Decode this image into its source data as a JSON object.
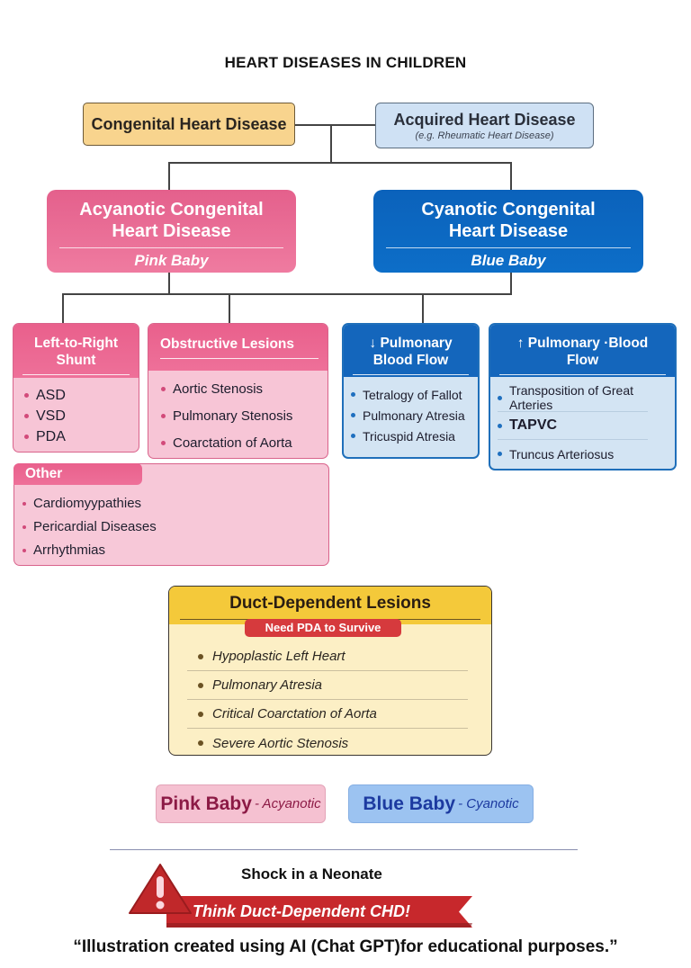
{
  "title": "HEART DISEASES IN CHILDREN",
  "top": {
    "congenital": "Congenital Heart Disease",
    "acquired": {
      "label": "Acquired Heart Disease",
      "example": "(e.g. Rheumatic Heart Disease)"
    }
  },
  "branches": {
    "acyanotic": {
      "title_line1": "Acyanotic Congenital",
      "title_line2": "Heart Disease",
      "subtitle": "Pink Baby"
    },
    "cyanotic": {
      "title_line1": "Cyanotic Congenital",
      "title_line2": "Heart Disease",
      "subtitle": "Blue Baby"
    }
  },
  "cards": {
    "left_to_right": {
      "title_line1": "Left-to-Right",
      "title_line2": "Shunt",
      "items": [
        "ASD",
        "VSD",
        "PDA"
      ]
    },
    "obstructive": {
      "title": "Obstructive Lesions",
      "items": [
        "Aortic Stenosis",
        "Pulmonary Stenosis",
        "Coarctation of Aorta"
      ]
    },
    "decreased_pbf": {
      "arrow": "↓",
      "title_line1": "Pulmonary",
      "title_line2": "Blood Flow",
      "items": [
        "Tetralogy of Fallot",
        "Pulmonary Atresia",
        "Tricuspid Atresia"
      ]
    },
    "increased_pbf": {
      "arrow": "↑",
      "title_line1": "Pulmonary ·Blood",
      "title_line2": "Flow",
      "items": [
        "Transposition of Great Arteries",
        "TAPVC",
        "Truncus Arteriosus"
      ]
    },
    "other": {
      "title": "Other",
      "items": [
        "Cardiomyypathies",
        "Pericardial Diseases",
        "Arrhythmias"
      ]
    }
  },
  "duct_dependent": {
    "title": "Duct-Dependent Lesions",
    "tag": "Need PDA to Survive",
    "items": [
      "Hypoplastic Left Heart",
      "Pulmonary Atresia",
      "Critical Coarctation of Aorta",
      "Severe Aortic Stenosis"
    ]
  },
  "legend": {
    "pink": {
      "bold": "Pink Baby",
      "italic": "- Acyanotic"
    },
    "blue": {
      "bold": "Blue Baby",
      "italic": "- Cyanotic"
    }
  },
  "alert": {
    "heading": "Shock in a Neonate",
    "banner": "Think Duct-Dependent CHD!",
    "icon": "warning-triangle-icon"
  },
  "footer": "“Illustration created using AI (Chat GPT)for educational purposes.”",
  "colors": {
    "congenital": "#f8d48e",
    "acquired": "#cfe1f4",
    "pink": "#e4608c",
    "blue": "#0b62bb",
    "duct_header": "#f4c93a",
    "alert_red": "#c7282c"
  }
}
